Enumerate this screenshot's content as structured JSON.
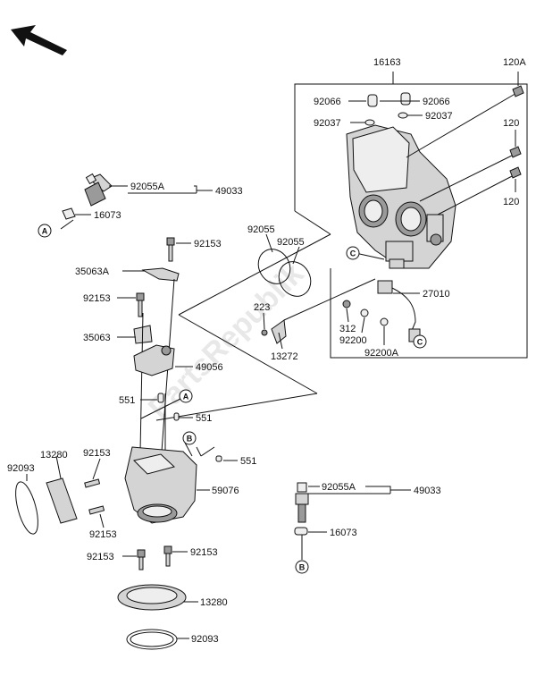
{
  "part_labels": {
    "p16163": "16163",
    "p120A": "120A",
    "p120_a": "120",
    "p120_b": "120",
    "p92066_l": "92066",
    "p92066_r": "92066",
    "p92037_l": "92037",
    "p92037_r": "92037",
    "p92055A_top": "92055A",
    "p49033_top": "49033",
    "p16073_top": "16073",
    "p92153_a": "92153",
    "p35063A": "35063A",
    "p92153_b": "92153",
    "p35063": "35063",
    "p49056": "49056",
    "p551_a": "551",
    "p551_b": "551",
    "p551_c": "551",
    "p92055_l": "92055",
    "p92055_r": "92055",
    "p223": "223",
    "p13272": "13272",
    "p27010": "27010",
    "p312": "312",
    "p92200": "92200",
    "p92200A": "92200A",
    "p13280_top": "13280",
    "p92093_left": "92093",
    "p92153_c": "92153",
    "p92153_d": "92153",
    "p59076": "59076",
    "p92153_e": "92153",
    "p92153_f": "92153",
    "p13280_bottom": "13280",
    "p92093_bottom": "92093",
    "p92055A_bottom": "92055A",
    "p49033_bottom": "49033",
    "p16073_bottom": "16073"
  },
  "callouts": {
    "a1": "A",
    "a2": "A",
    "b1": "B",
    "b2": "B",
    "c1": "C",
    "c2": "C"
  },
  "watermark": "PartsRepublik",
  "direction_arrow": "front-arrow-icon"
}
